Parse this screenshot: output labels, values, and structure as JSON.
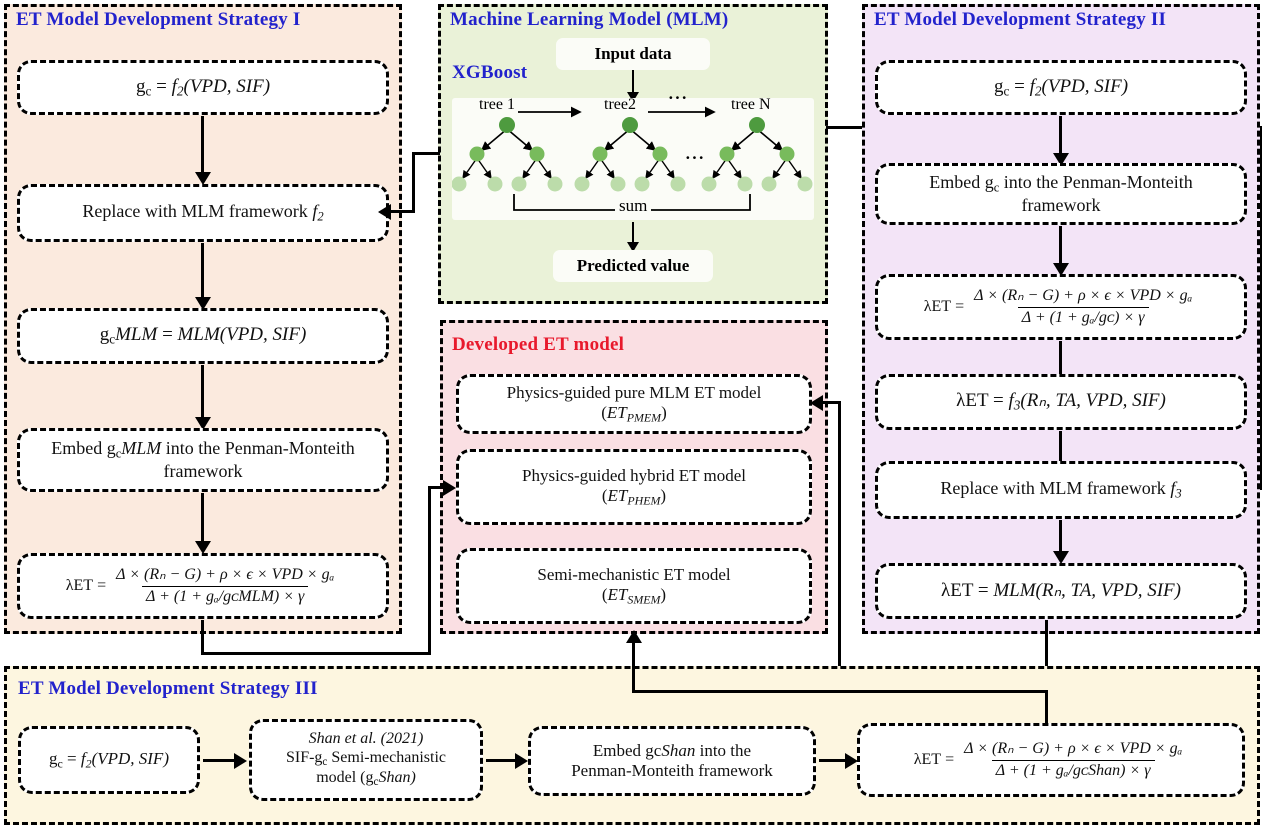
{
  "panels": {
    "strategy1": {
      "title": "ET Model Development Strategy I",
      "title_color": "#2222cc",
      "bg": "#fbeade"
    },
    "mlm": {
      "title": "Machine Learning Model (MLM)",
      "subtitle": "XGBoost",
      "title_color": "#2222cc",
      "bg": "#eaf2d8"
    },
    "strategy2": {
      "title": "ET Model Development Strategy II",
      "title_color": "#2222cc",
      "bg": "#f3e4f7"
    },
    "developed": {
      "title": "Developed ET model",
      "title_color": "#e8192c",
      "bg": "#fadfe3"
    },
    "strategy3": {
      "title": "ET Model Development Strategy III",
      "title_color": "#2222cc",
      "bg": "#fdf6e0"
    }
  },
  "strategy1_nodes": {
    "n1": {
      "lhs": "g",
      "lhs_sub": "c",
      "eq": "=",
      "rhs_f": "f",
      "rhs_sub": "2",
      "args": "(VPD, SIF)"
    },
    "n2_a": "Replace with MLM framework ",
    "n2_f": "f",
    "n2_sub": "2",
    "n3": {
      "lhs": "g",
      "lhs_sub": "c",
      "lhs_tail": "MLM",
      "eq": "=",
      "rhs": "MLM(VPD, SIF)"
    },
    "n4_a": "Embed g",
    "n4_sub": "c",
    "n4_b": "MLM",
    "n4_c": " into the Penman-Monteith",
    "n4_d": "framework",
    "n5": {
      "lhs": "λET",
      "eq": "=",
      "num": "Δ × (Rₙ − G) + ρ × ϵ × VPD × gₐ",
      "den": "Δ + (1 + gₐ/gᴄMLM) × γ"
    }
  },
  "mlm_nodes": {
    "input": "Input data",
    "predicted": "Predicted value",
    "tree_labels": [
      "tree 1",
      "tree2",
      "tree N"
    ],
    "sum_label": "sum",
    "ellipsis": "···",
    "node_colors": {
      "root": "#4e9b3f",
      "mid": "#78bb5c",
      "leaf": "#bcdcaa"
    }
  },
  "strategy2_nodes": {
    "n1": {
      "lhs": "g",
      "lhs_sub": "c",
      "eq": "=",
      "rhs_f": "f",
      "rhs_sub": "2",
      "args": "(VPD, SIF)"
    },
    "n2_a": "Embed g",
    "n2_sub": "c",
    "n2_b": " into the Penman-Monteith",
    "n2_c": "framework",
    "n3": {
      "lhs": "λET",
      "eq": "=",
      "num": "Δ × (Rₙ − G) + ρ × ϵ × VPD × gₐ",
      "den": "Δ + (1 + gₐ/gᴄ) × γ"
    },
    "n4": {
      "lhs": "λET",
      "eq": "=",
      "rhs_f": "f",
      "rhs_sub": "3",
      "args": "(Rₙ, TA, VPD, SIF)"
    },
    "n5_a": "Replace with MLM framework ",
    "n5_f": "f",
    "n5_sub": "3",
    "n6": {
      "lhs": "λET",
      "eq": "=",
      "rhs": "MLM(Rₙ, TA, VPD, SIF)"
    }
  },
  "developed_nodes": [
    {
      "line1": "Physics-guided pure MLM ET model",
      "line2_pre": "(",
      "line2_et": "ET",
      "line2_sub": "PMEM",
      "line2_post": ")"
    },
    {
      "line1": "Physics-guided hybrid ET model",
      "line2_pre": "(",
      "line2_et": "ET",
      "line2_sub": "PHEM",
      "line2_post": ")"
    },
    {
      "line1": "Semi-mechanistic ET model",
      "line2_pre": "(",
      "line2_et": "ET",
      "line2_sub": "SMEM",
      "line2_post": ")"
    }
  ],
  "strategy3_nodes": {
    "n1": {
      "lhs": "g",
      "lhs_sub": "c",
      "eq": "=",
      "rhs_f": "f",
      "rhs_sub": "2",
      "args": "(VPD, SIF)"
    },
    "n2_l1": "Shan et al. (2021)",
    "n2_l2_a": "SIF-g",
    "n2_l2_sub": "c",
    "n2_l2_b": " Semi-mechanistic",
    "n2_l3_a": "model (g",
    "n2_l3_sub": "c",
    "n2_l3_b": "Shan)",
    "n3_l1_a": "Embed gc",
    "n3_l1_b": "Shan",
    "n3_l1_c": " into the",
    "n3_l2": "Penman-Monteith framework",
    "n4": {
      "lhs": "λET",
      "eq": "=",
      "num": "Δ × (Rₙ − G) + ρ × ϵ × VPD × gₐ",
      "den": "Δ + (1 + gₐ/gᴄShan) × γ"
    }
  }
}
